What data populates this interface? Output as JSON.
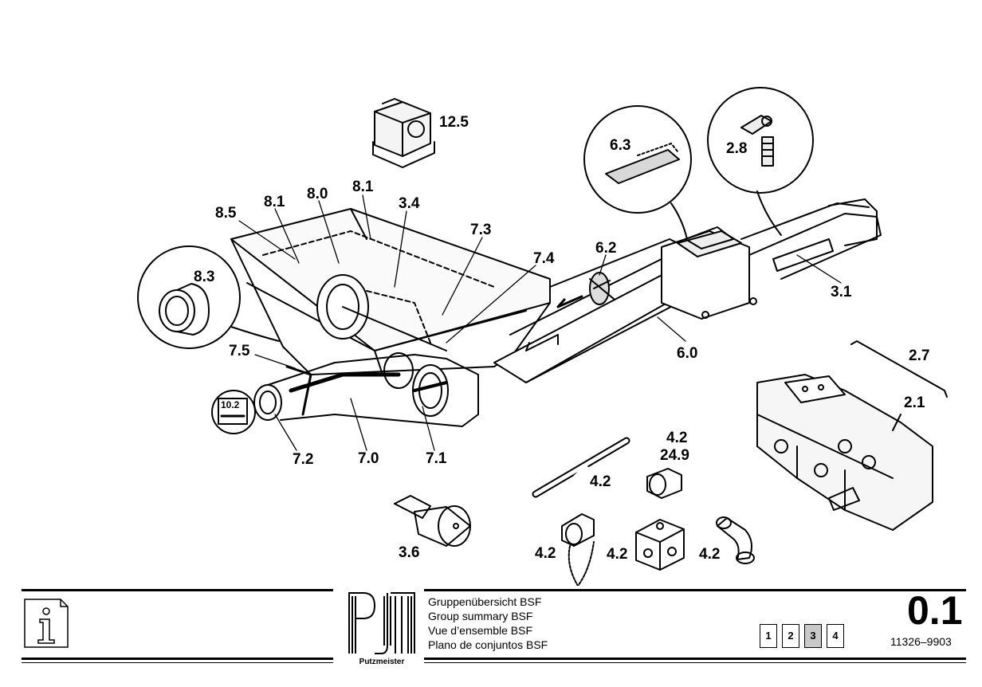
{
  "labels": {
    "l12_5": "12.5",
    "l6_3": "6.3",
    "l2_8": "2.8",
    "l8_5": "8.5",
    "l8_1a": "8.1",
    "l8_0": "8.0",
    "l8_1b": "8.1",
    "l3_4": "3.4",
    "l7_3": "7.3",
    "l7_4": "7.4",
    "l6_2": "6.2",
    "l8_3": "8.3",
    "l3_1": "3.1",
    "l7_5": "7.5",
    "l6_0": "6.0",
    "l2_7": "2.7",
    "l10_2": "10.2",
    "l2_1": "2.1",
    "l7_2": "7.2",
    "l7_0": "7.0",
    "l7_1": "7.1",
    "l4_2a": "4.2",
    "l24_9": "24.9",
    "l4_2b": "4.2",
    "l3_6": "3.6",
    "l4_2c": "4.2",
    "l4_2d": "4.2",
    "l4_2e": "4.2"
  },
  "footer": {
    "info_icon": "info-icon",
    "logo_text": "Putzmeister",
    "titles": [
      "Gruppenübersicht BSF",
      "Group summary BSF",
      "Vue d’ensemble BSF",
      "Plano de conjuntos BSF"
    ],
    "pages": [
      "1",
      "2",
      "3",
      "4"
    ],
    "active_page": "3",
    "page_number": "0.1",
    "doc_number": "11326–9903"
  }
}
